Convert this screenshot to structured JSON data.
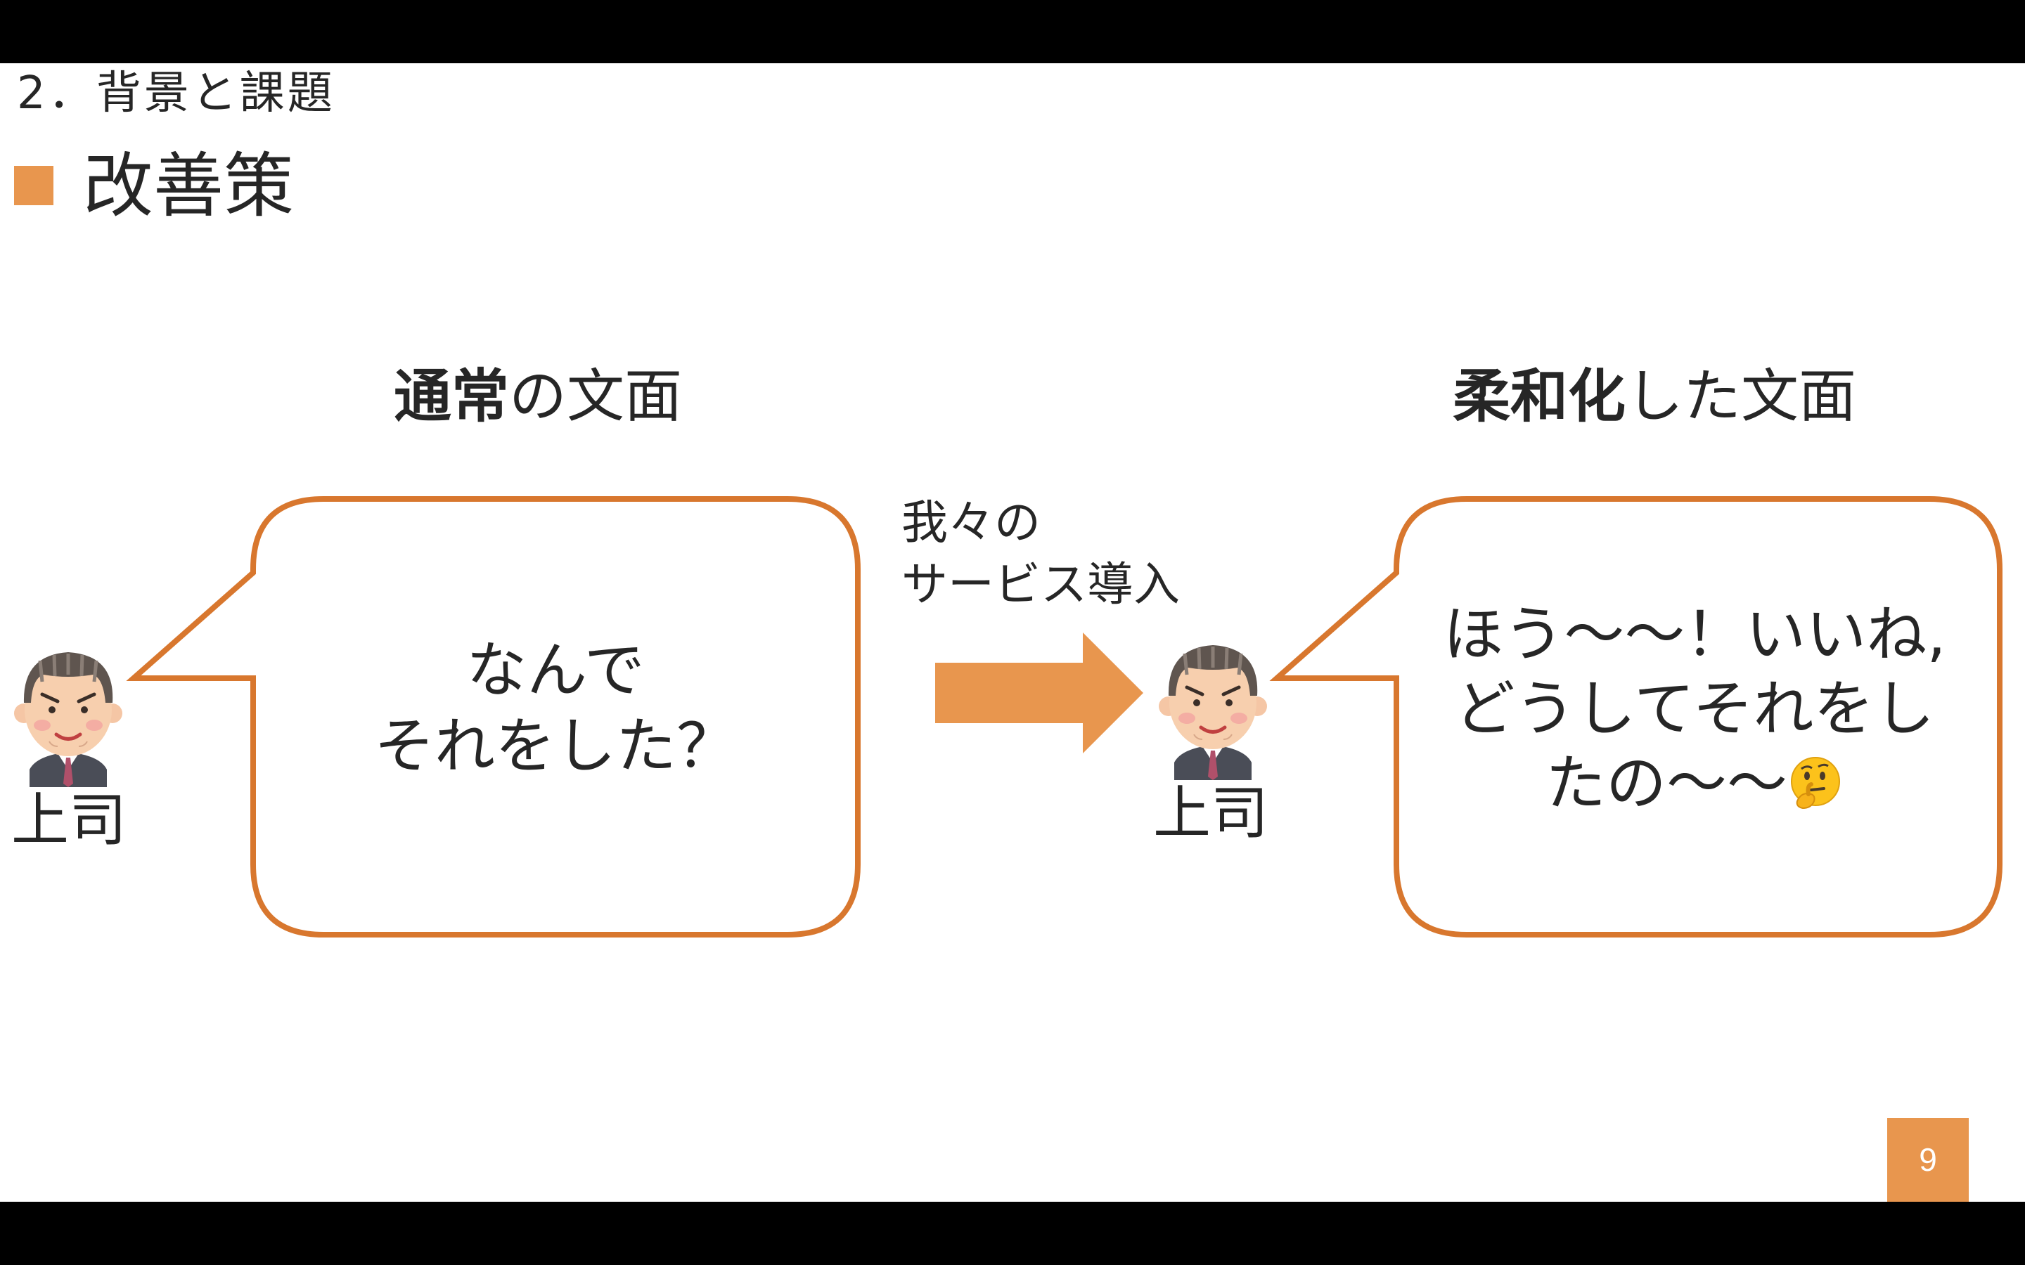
{
  "slide": {
    "section_label": "2．背景と課題",
    "heading": "改善策",
    "accent_color": "#e8964e",
    "page_number": "9"
  },
  "left_panel": {
    "caption_bold": "通常",
    "caption_rest": "の文面",
    "bubble_lines": [
      "なんで",
      "それをした？"
    ],
    "speaker_label": "上司",
    "speaker_icon": "boss-avatar-icon"
  },
  "transition": {
    "label_lines": [
      "我々の",
      "サービス導入"
    ],
    "icon": "right-arrow-icon"
  },
  "right_panel": {
    "caption_bold": "柔和化",
    "caption_rest": "した文面",
    "bubble_lines": [
      "ほう〜〜！いいね,",
      "どうしてそれをし",
      "たの〜〜"
    ],
    "bubble_emoji": "thinking-face-icon",
    "speaker_label": "上司",
    "speaker_icon": "boss-avatar-icon"
  }
}
